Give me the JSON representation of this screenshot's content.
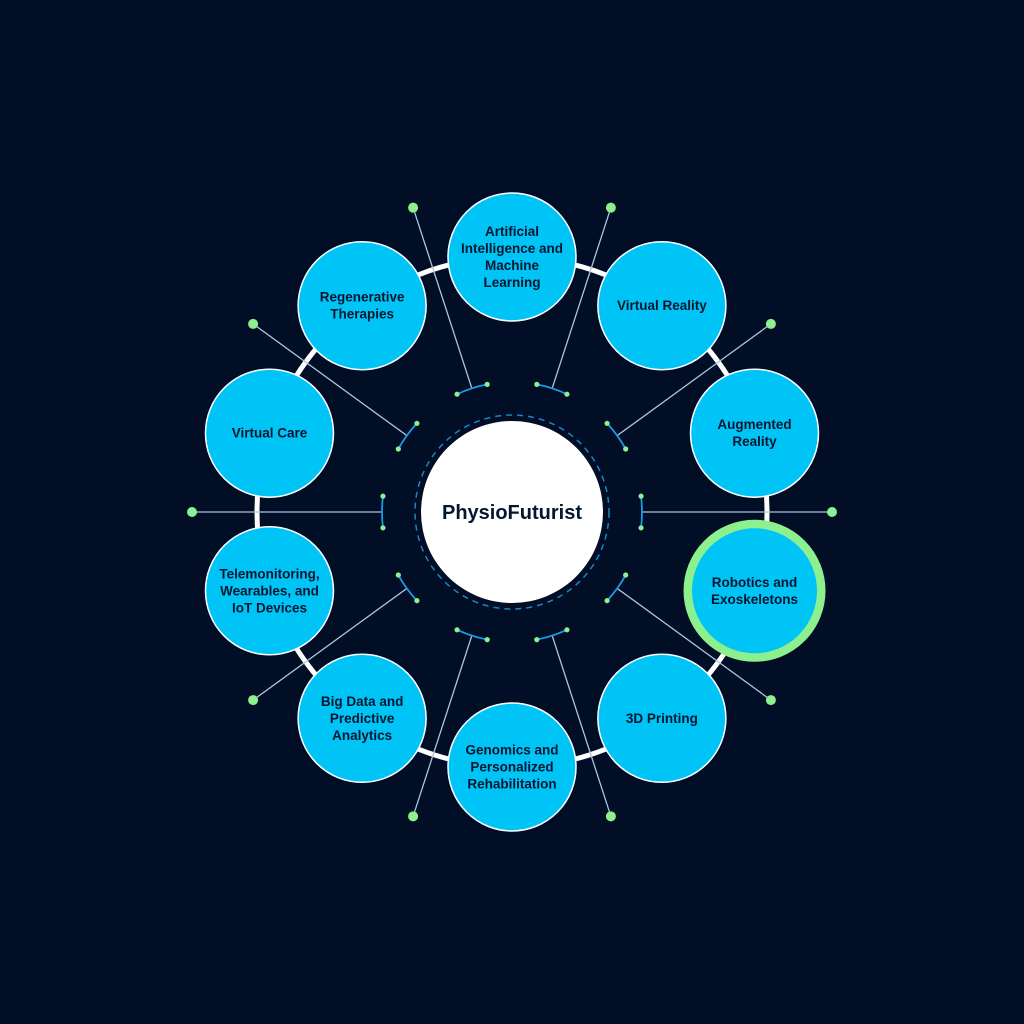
{
  "center": {
    "label": "PhysioFuturist"
  },
  "nodes": [
    {
      "id": "ai-ml",
      "lines": [
        "Artificial",
        "Intelligence and",
        "Machine",
        "Learning"
      ]
    },
    {
      "id": "virtual-reality",
      "lines": [
        "Virtual Reality"
      ]
    },
    {
      "id": "augmented-reality",
      "lines": [
        "Augmented",
        "Reality"
      ]
    },
    {
      "id": "robotics-exoskeletons",
      "lines": [
        "Robotics and",
        "Exoskeletons"
      ],
      "highlighted": true
    },
    {
      "id": "3d-printing",
      "lines": [
        "3D Printing"
      ]
    },
    {
      "id": "genomics",
      "lines": [
        "Genomics and",
        "Personalized",
        "Rehabilitation"
      ]
    },
    {
      "id": "big-data",
      "lines": [
        "Big Data and",
        "Predictive",
        "Analytics"
      ]
    },
    {
      "id": "telemonitoring",
      "lines": [
        "Telemonitoring,",
        "Wearables, and",
        "IoT Devices"
      ]
    },
    {
      "id": "virtual-care",
      "lines": [
        "Virtual Care"
      ]
    },
    {
      "id": "regenerative",
      "lines": [
        "Regenerative",
        "Therapies"
      ]
    }
  ],
  "colors": {
    "background": "#020d26",
    "node_fill": "#00c4f5",
    "node_stroke": "#ffffff",
    "highlight_ring": "#8cf08f",
    "ring": "#ffffff",
    "accent_dot": "#8cf08f",
    "connector": "#a9c6dc",
    "dashed": "#1a84c9",
    "center_fill": "#ffffff",
    "text": "#041630"
  }
}
